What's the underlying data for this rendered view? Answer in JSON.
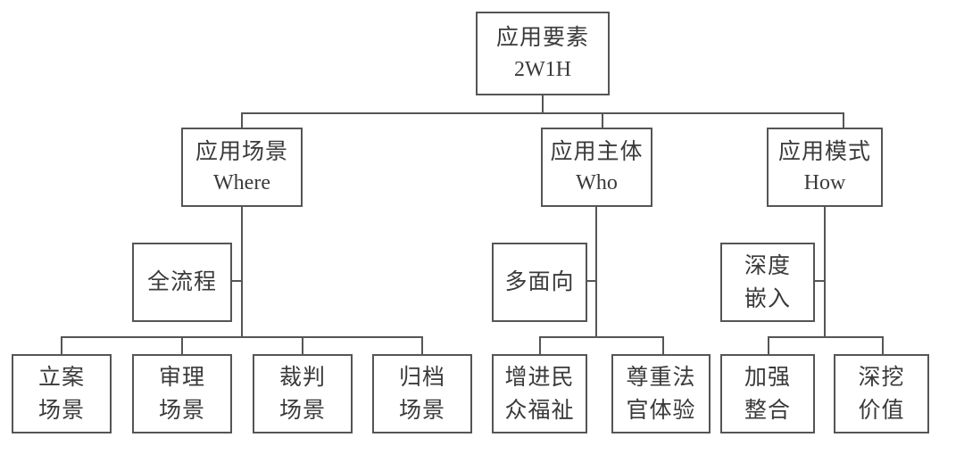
{
  "root": {
    "line1": "应用要素",
    "line2": "2W1H"
  },
  "branches": [
    {
      "title": "应用场景",
      "subtitle": "Where",
      "side": [
        "全流程"
      ],
      "leaves": [
        [
          "立案",
          "场景"
        ],
        [
          "审理",
          "场景"
        ],
        [
          "裁判",
          "场景"
        ],
        [
          "归档",
          "场景"
        ]
      ]
    },
    {
      "title": "应用主体",
      "subtitle": "Who",
      "side": [
        "多面向"
      ],
      "leaves": [
        [
          "增进民",
          "众福祉"
        ],
        [
          "尊重法",
          "官体验"
        ]
      ]
    },
    {
      "title": "应用模式",
      "subtitle": "How",
      "side": [
        "深度",
        "嵌入"
      ],
      "leaves": [
        [
          "加强",
          "整合"
        ],
        [
          "深挖",
          "价值"
        ]
      ]
    }
  ]
}
